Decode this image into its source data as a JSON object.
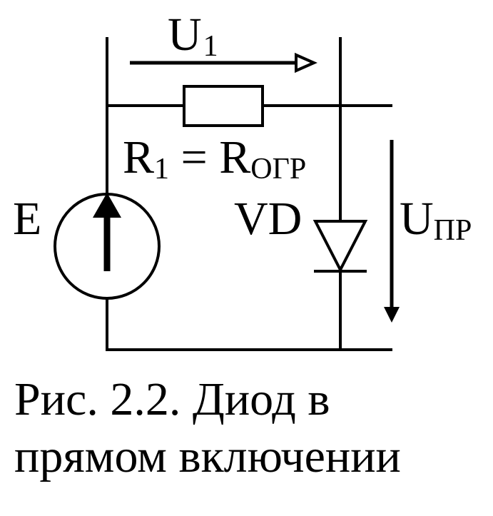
{
  "diagram": {
    "colors": {
      "line": "#000000",
      "background": "#ffffff"
    },
    "labels": {
      "u1": {
        "main": "U",
        "sub": "1"
      },
      "resistor": {
        "r": "R",
        "r_sub": "1",
        "equals": " = ",
        "r2": "R",
        "r2_sub": "ОГР"
      },
      "source": "E",
      "diode": "VD",
      "upr": {
        "main": "U",
        "sub": "ПР"
      }
    }
  },
  "caption": {
    "line1": "Рис. 2.2. Диод в",
    "line2": "прямом включении"
  }
}
